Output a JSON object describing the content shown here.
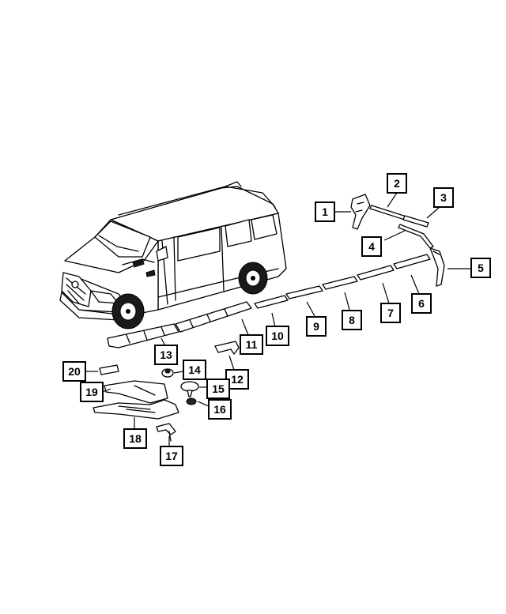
{
  "callouts": [
    {
      "label": "1"
    },
    {
      "label": "2"
    },
    {
      "label": "3"
    },
    {
      "label": "4"
    },
    {
      "label": "5"
    },
    {
      "label": "6"
    },
    {
      "label": "7"
    },
    {
      "label": "8"
    },
    {
      "label": "9"
    },
    {
      "label": "10"
    },
    {
      "label": "11"
    },
    {
      "label": "12"
    },
    {
      "label": "13"
    },
    {
      "label": "14"
    },
    {
      "label": "15"
    },
    {
      "label": "16"
    },
    {
      "label": "17"
    },
    {
      "label": "18"
    },
    {
      "label": "19"
    },
    {
      "label": "20"
    }
  ]
}
